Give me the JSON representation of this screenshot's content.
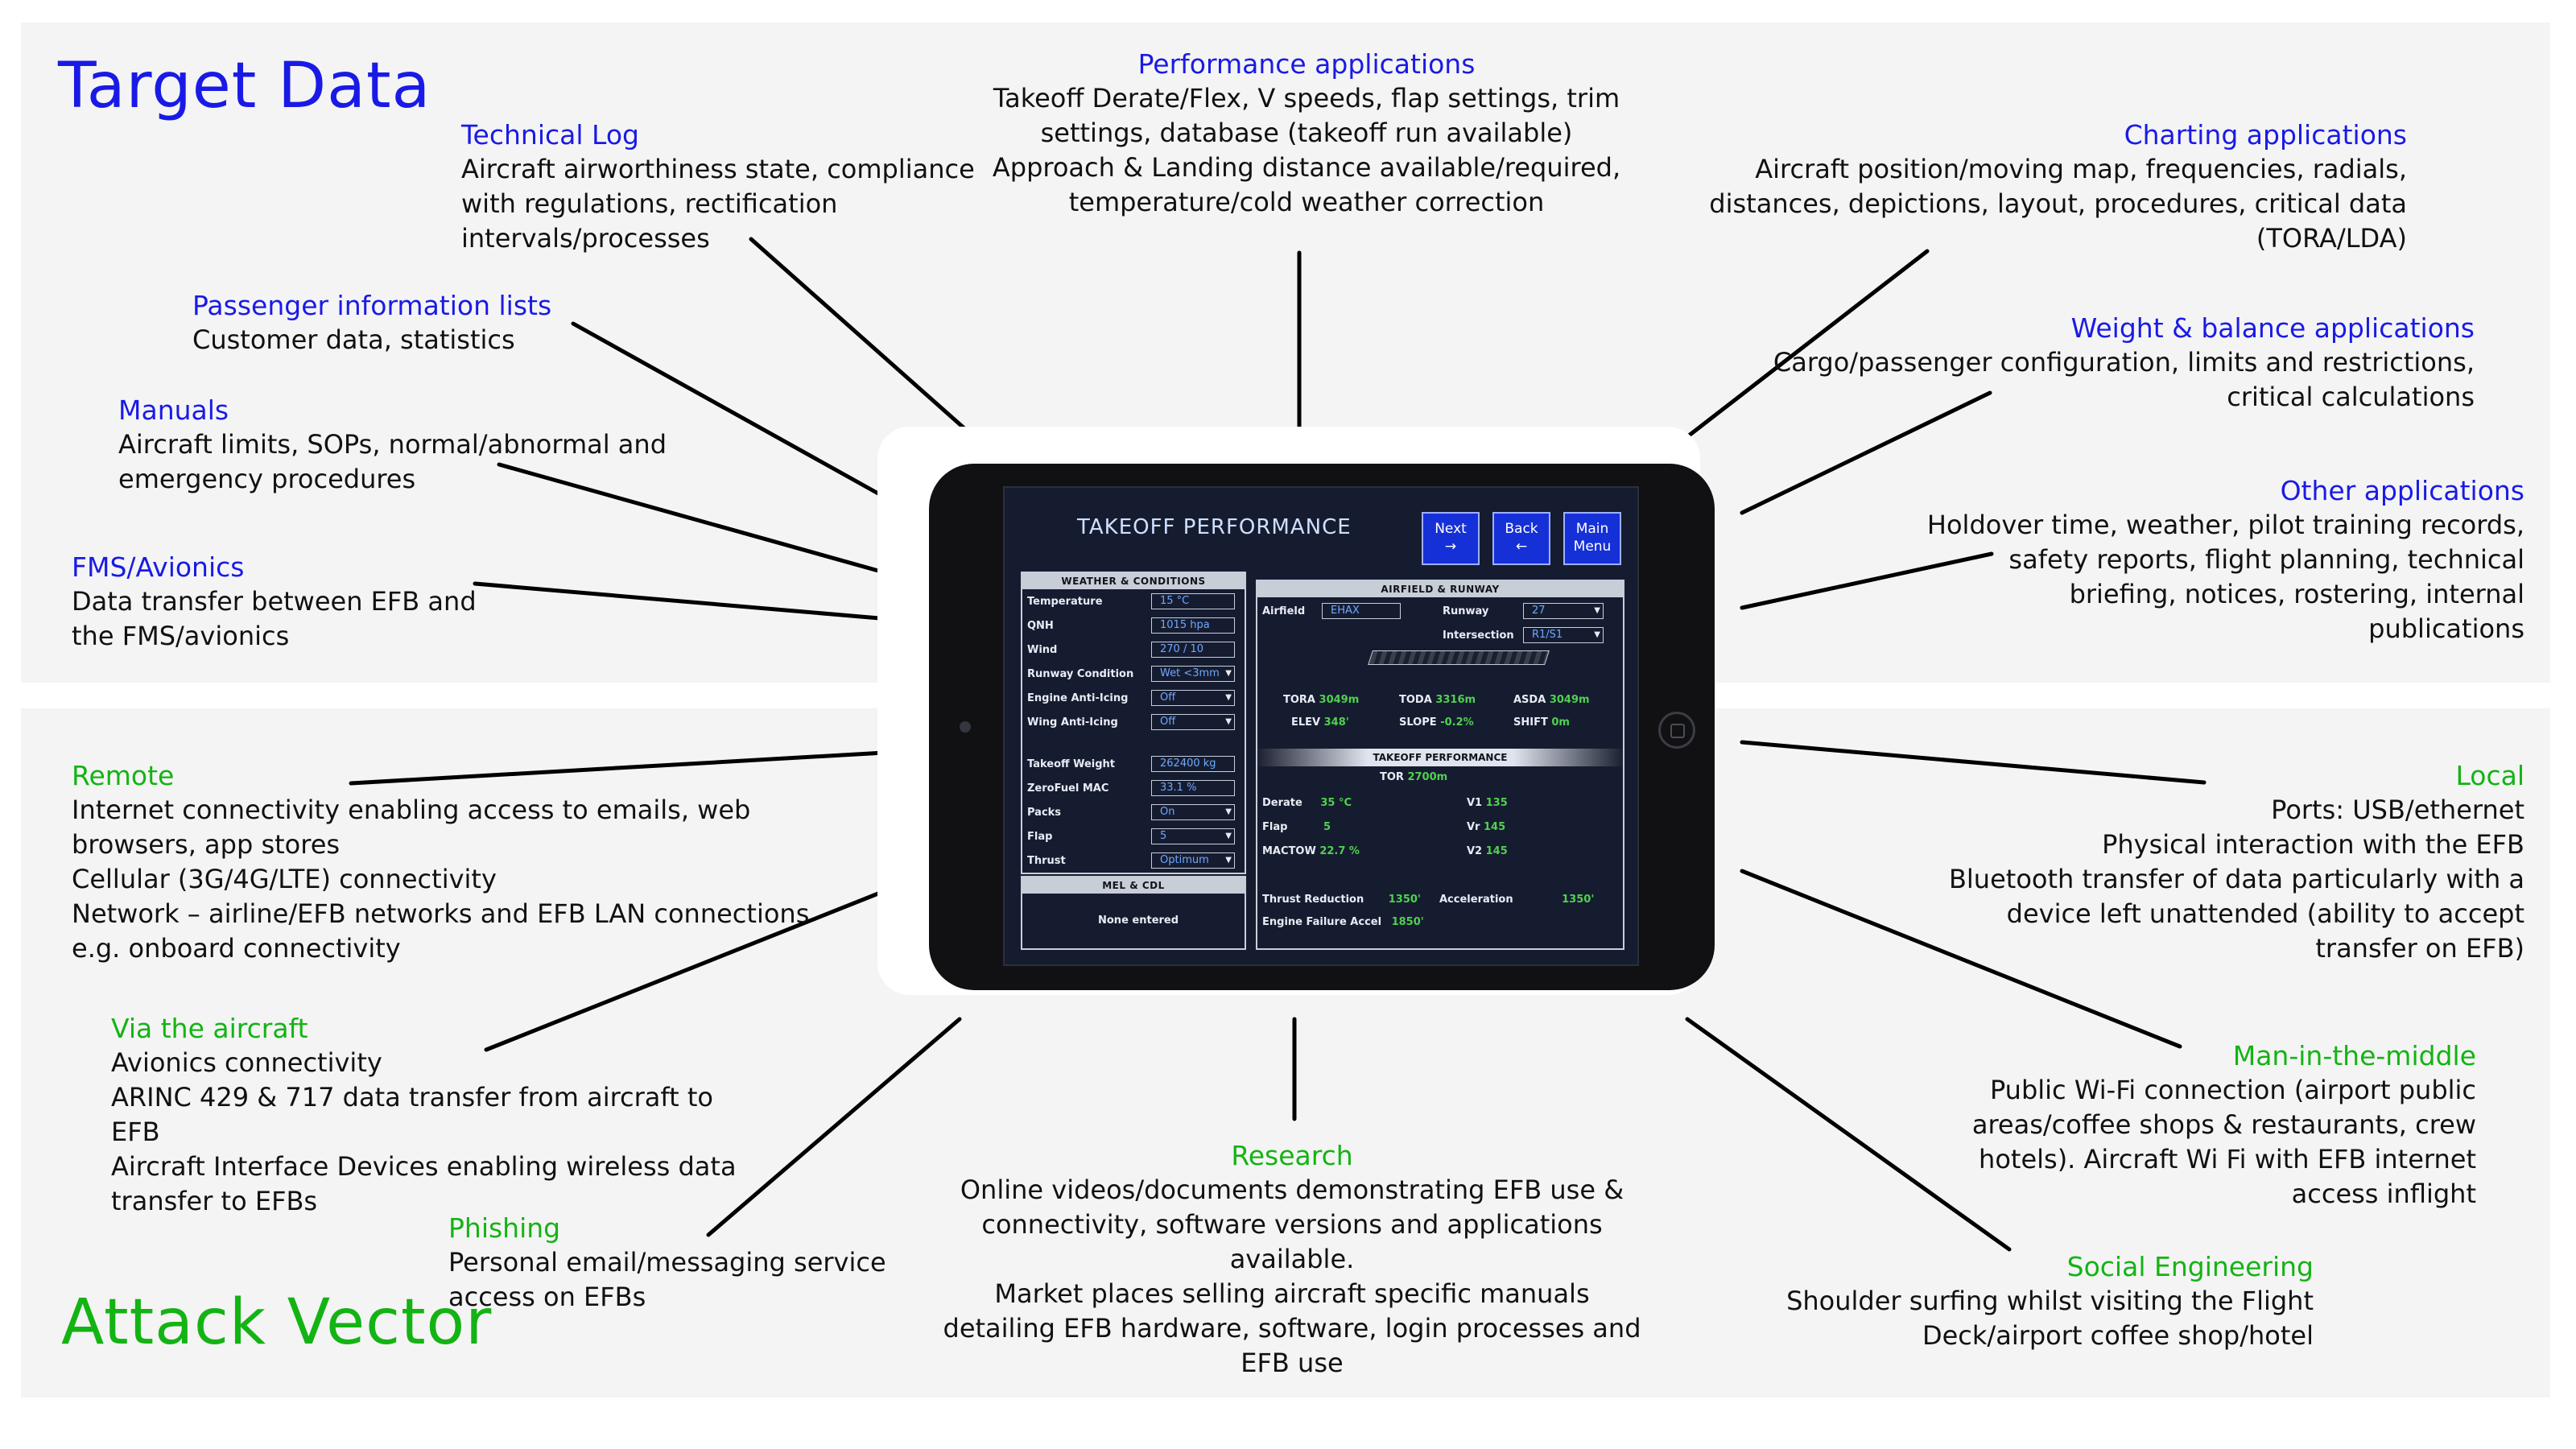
{
  "sections": {
    "target_title": "Target Data",
    "attack_title": "Attack Vector"
  },
  "colors": {
    "target_heading": "#1a1ae6",
    "attack_heading": "#14b314",
    "connector": "#000000",
    "panel_background": "#f4f4f4",
    "screen_background": "#161c30",
    "screen_button": "#1630d8"
  },
  "target_items": [
    {
      "id": "technical-log",
      "heading": "Technical Log",
      "lines": [
        "Aircraft airworthiness state, compliance",
        "with regulations, rectification",
        "intervals/processes"
      ]
    },
    {
      "id": "passenger-info",
      "heading": "Passenger information lists",
      "lines": [
        "Customer data, statistics"
      ]
    },
    {
      "id": "manuals",
      "heading": "Manuals",
      "lines": [
        "Aircraft limits, SOPs, normal/abnormal and",
        "emergency procedures"
      ]
    },
    {
      "id": "fms-avionics",
      "heading": "FMS/Avionics",
      "lines": [
        "Data transfer between EFB and",
        "the FMS/avionics"
      ]
    },
    {
      "id": "performance-apps",
      "heading": "Performance applications",
      "lines": [
        "Takeoff Derate/Flex, V speeds, flap settings, trim",
        "settings, database (takeoff run available)",
        "Approach & Landing distance available/required,",
        "temperature/cold weather correction"
      ]
    },
    {
      "id": "charting-apps",
      "heading": "Charting applications",
      "lines": [
        "Aircraft position/moving map, frequencies, radials,",
        "distances, depictions, layout, procedures, critical data",
        "(TORA/LDA)"
      ]
    },
    {
      "id": "weight-balance",
      "heading": "Weight & balance applications",
      "lines": [
        "Cargo/passenger configuration, limits and restrictions,",
        "critical calculations"
      ]
    },
    {
      "id": "other-apps",
      "heading": "Other applications",
      "lines": [
        "Holdover time, weather, pilot training records,",
        "safety reports, flight planning, technical",
        "briefing, notices, rostering, internal",
        "publications"
      ]
    }
  ],
  "attack_items": [
    {
      "id": "remote",
      "heading": "Remote",
      "lines": [
        "Internet connectivity enabling access to emails, web",
        "browsers, app stores",
        "Cellular (3G/4G/LTE) connectivity",
        "Network – airline/EFB networks and EFB LAN connections",
        "e.g. onboard connectivity"
      ]
    },
    {
      "id": "via-aircraft",
      "heading": "Via the aircraft",
      "lines": [
        "Avionics connectivity",
        "ARINC 429 & 717 data transfer from aircraft to",
        "EFB",
        "Aircraft Interface Devices enabling wireless data",
        "transfer to EFBs"
      ]
    },
    {
      "id": "phishing",
      "heading": "Phishing",
      "lines": [
        "Personal email/messaging service",
        "access on EFBs"
      ]
    },
    {
      "id": "research",
      "heading": "Research",
      "lines": [
        "Online videos/documents demonstrating EFB use &",
        "connectivity, software versions and applications",
        "available.",
        "Market places selling aircraft specific manuals",
        "detailing EFB hardware, software, login processes and",
        "EFB use"
      ]
    },
    {
      "id": "local",
      "heading": "Local",
      "lines": [
        "Ports: USB/ethernet",
        "Physical interaction with the EFB",
        "Bluetooth transfer of data particularly with a",
        "device left unattended (ability to accept",
        "transfer on EFB)"
      ]
    },
    {
      "id": "mitm",
      "heading": "Man-in-the-middle",
      "lines": [
        "Public Wi-Fi connection (airport public",
        "areas/coffee shops & restaurants, crew",
        "hotels). Aircraft Wi Fi with EFB internet",
        "access inflight"
      ]
    },
    {
      "id": "social-engineering",
      "heading": "Social Engineering",
      "lines": [
        "Shoulder surfing whilst visiting the Flight",
        "Deck/airport coffee shop/hotel"
      ]
    }
  ],
  "screen": {
    "title": "TAKEOFF  PERFORMANCE",
    "buttons": {
      "next": "Next",
      "next_glyph": "→",
      "back": "Back",
      "back_glyph": "←",
      "main_1": "Main",
      "main_2": "Menu"
    },
    "weather": {
      "header": "WEATHER & CONDITIONS",
      "rows": [
        {
          "label": "Temperature",
          "value": "15 °C",
          "dropdown": false
        },
        {
          "label": "QNH",
          "value": "1015 hpa",
          "dropdown": false
        },
        {
          "label": "Wind",
          "value": "270 / 10",
          "dropdown": false
        },
        {
          "label": "Runway Condition",
          "value": "Wet <3mm",
          "dropdown": true
        },
        {
          "label": "Engine Anti-Icing",
          "value": "Off",
          "dropdown": true
        },
        {
          "label": "Wing Anti-Icing",
          "value": "Off",
          "dropdown": true
        }
      ],
      "rows2": [
        {
          "label": "Takeoff Weight",
          "value": "262400 kg",
          "dropdown": false
        },
        {
          "label": "ZeroFuel MAC",
          "value": "33.1 %",
          "dropdown": false
        },
        {
          "label": "Packs",
          "value": "On",
          "dropdown": true
        },
        {
          "label": "Flap",
          "value": "5",
          "dropdown": true
        },
        {
          "label": "Thrust",
          "value": "Optimum",
          "dropdown": true
        }
      ]
    },
    "mel": {
      "header": "MEL & CDL",
      "text": "None entered"
    },
    "airfield": {
      "header": "AIRFIELD & RUNWAY",
      "airfield_label": "Airfield",
      "airfield_value": "EHAX",
      "runway_label": "Runway",
      "runway_value": "27",
      "intersection_label": "Intersection",
      "intersection_value": "R1/S1",
      "tora_label": "TORA",
      "tora_value": "3049m",
      "toda_label": "TODA",
      "toda_value": "3316m",
      "asda_label": "ASDA",
      "asda_value": "3049m",
      "elev_label": "ELEV",
      "elev_value": "348'",
      "slope_label": "SLOPE",
      "slope_value": "-0.2%",
      "shift_label": "SHIFT",
      "shift_value": "0m"
    },
    "performance": {
      "header": "TAKEOFF PERFORMANCE",
      "tor_label": "TOR",
      "tor_value": "2700m",
      "derate_label": "Derate",
      "derate_value": "35 °C",
      "flap_label": "Flap",
      "flap_value": "5",
      "mactow_label": "MACTOW",
      "mactow_value": "22.7 %",
      "v1_label": "V1",
      "v1_value": "135",
      "vr_label": "Vr",
      "vr_value": "145",
      "v2_label": "V2",
      "v2_value": "145",
      "thrust_red_label": "Thrust Reduction",
      "thrust_red_value": "1350'",
      "accel_label": "Acceleration",
      "accel_value": "1350'",
      "efa_label": "Engine Failure Accel",
      "efa_value": "1850'"
    }
  }
}
